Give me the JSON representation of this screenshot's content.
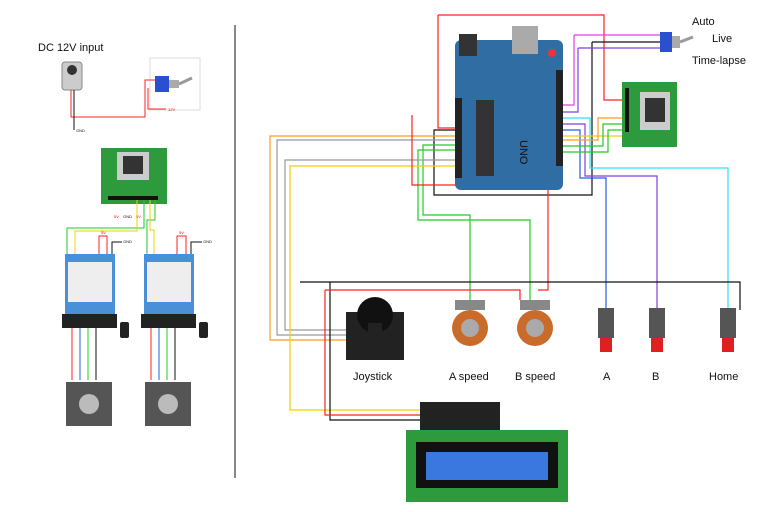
{
  "left_panel": {
    "power_label": "DC 12V input",
    "switch_wire_label": "12V",
    "jack_wire_label": "GND",
    "rj45_wire_labels": [
      "5V",
      "GND",
      "5V"
    ],
    "driver_labels": {
      "vcc": "5V",
      "gnd": "GND"
    }
  },
  "right_panel": {
    "mode_switch": {
      "positions": [
        "Auto",
        "Live",
        "Time-lapse"
      ]
    },
    "board_label": "UNO",
    "components": [
      {
        "id": "joystick",
        "label": "Joystick"
      },
      {
        "id": "a-speed",
        "label": "A speed"
      },
      {
        "id": "b-speed",
        "label": "B speed"
      },
      {
        "id": "button-a",
        "label": "A"
      },
      {
        "id": "button-b",
        "label": "B"
      },
      {
        "id": "button-home",
        "label": "Home"
      }
    ]
  },
  "colors": {
    "board": "#2f6da3",
    "pcb_green": "#2e9a3e",
    "driver_blue": "#4a90d9",
    "lcd_screen": "#3a78e0",
    "wire_red": "#ff2020",
    "wire_black": "#111111",
    "wire_green": "#22cc22",
    "wire_yellow": "#f0d000",
    "wire_orange": "#ff9a20",
    "wire_cyan": "#30e0f0",
    "wire_purple": "#8040e0",
    "wire_magenta": "#e040e0",
    "wire_gray": "#999999",
    "wire_blue": "#2060e0"
  }
}
